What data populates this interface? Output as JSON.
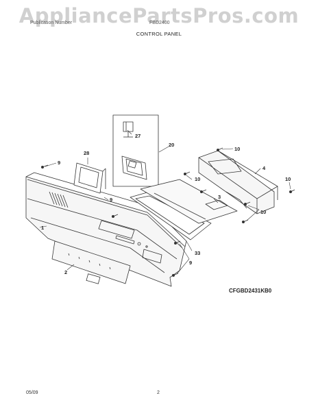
{
  "watermark": "AppliancePartsPros.com",
  "header": {
    "left": "Publication Number",
    "right": "FBD2400",
    "title": "CONTROL PANEL"
  },
  "diagram": {
    "code": "CFGBD2431KB0",
    "callouts": [
      "1",
      "2",
      "3",
      "4",
      "9",
      "9",
      "9",
      "10",
      "10",
      "10",
      "10",
      "20",
      "27",
      "28",
      "33"
    ]
  },
  "footer": {
    "date": "05/09",
    "page": "2"
  },
  "colors": {
    "line": "#333333",
    "panel_fill": "#f6f6f6",
    "watermark": "#aaaaaa"
  }
}
